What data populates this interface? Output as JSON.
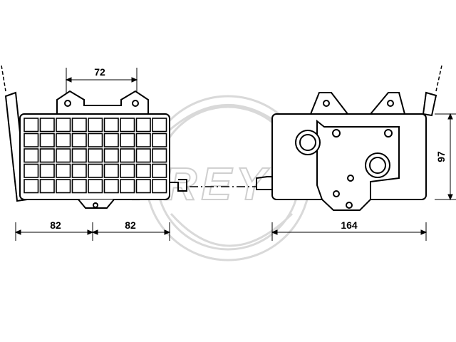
{
  "diagram": {
    "dimensions": {
      "top_width": "72",
      "left_width_a": "82",
      "left_width_b": "82",
      "right_width": "164",
      "right_height": "97"
    },
    "watermark": {
      "text": "FREY"
    }
  }
}
